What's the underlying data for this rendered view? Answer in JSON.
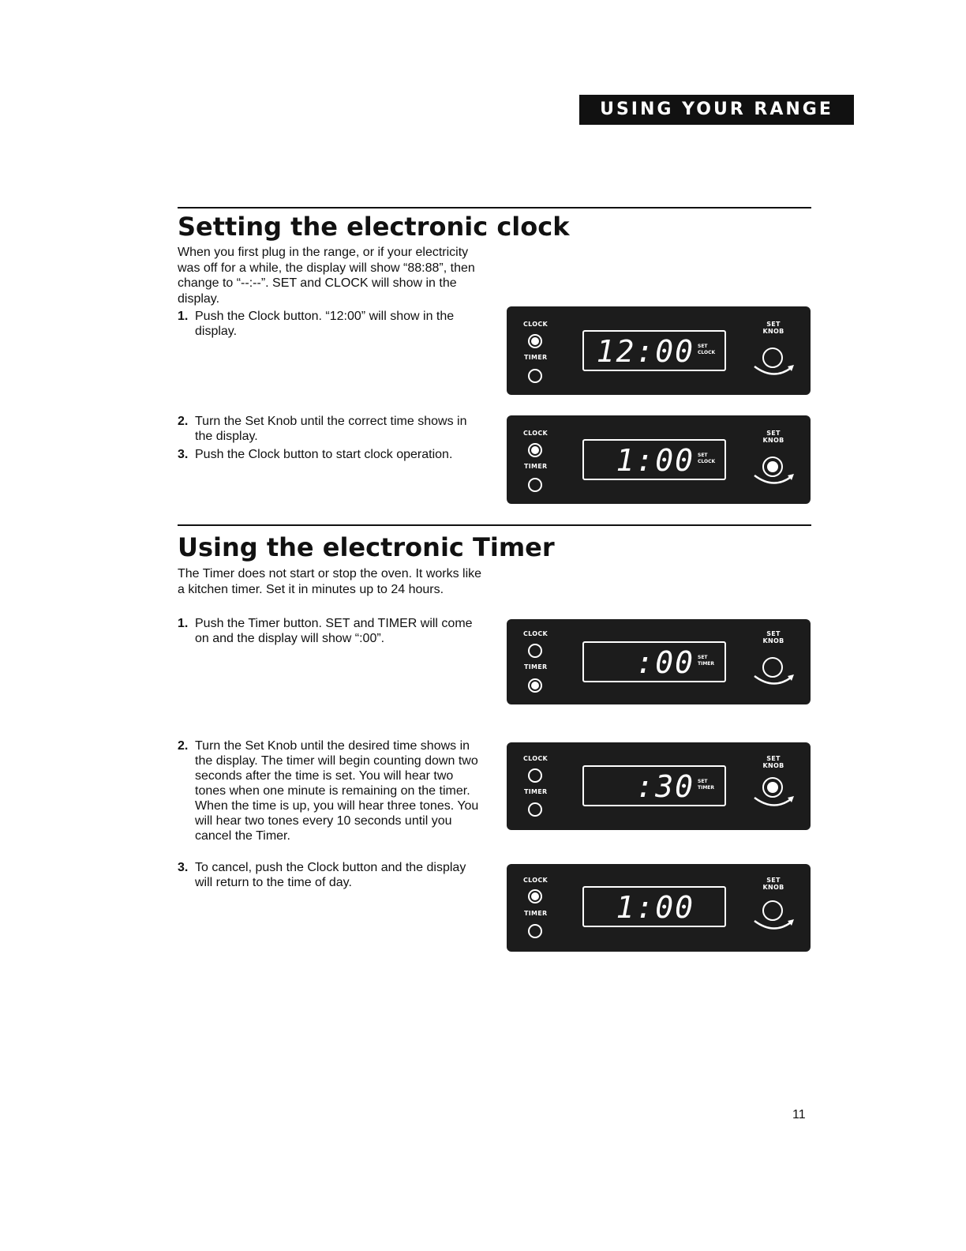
{
  "header": {
    "tab_label": "USING YOUR RANGE"
  },
  "clock_section": {
    "title": "Setting the electronic clock",
    "intro": "When you first plug in the range, or if your electricity was off for a while, the display will show “88:88”, then change to “--:--”. SET and CLOCK will show in the display.",
    "steps": [
      {
        "num": "1.",
        "text": "Push the Clock button. “12:00” will show in the display."
      },
      {
        "num": "2.",
        "text": "Turn the Set Knob until the correct time shows in the display."
      },
      {
        "num": "3.",
        "text": "Push the Clock button to start clock operation."
      }
    ]
  },
  "timer_section": {
    "title": "Using the electronic Timer",
    "intro": "The Timer does not start or stop the oven. It works like a kitchen timer. Set it in minutes up to 24 hours.",
    "steps": [
      {
        "num": "1.",
        "text": "Push the Timer button. SET and TIMER will come on and the display will show “:00”."
      },
      {
        "num": "2.",
        "text": "Turn the Set Knob until the desired time shows in the display. The timer will begin counting down two seconds after the time is set. You will hear two tones when one minute is remaining on the timer. When the time is up, you will hear three tones. You will hear two tones every 10 seconds until you cancel the Timer."
      },
      {
        "num": "3.",
        "text": "To cancel, push the Clock button and the display will return to the time of day."
      }
    ]
  },
  "panel_labels": {
    "clock": "CLOCK",
    "timer": "TIMER",
    "set": "SET",
    "knob": "KNOB"
  },
  "panels": [
    {
      "display": "12:00",
      "ind_top": "SET",
      "ind_bottom": "CLOCK",
      "clock_lit": true,
      "timer_lit": false,
      "knob_lit": false
    },
    {
      "display": "1:00",
      "ind_top": "SET",
      "ind_bottom": "CLOCK",
      "clock_lit": true,
      "timer_lit": false,
      "knob_lit": true
    },
    {
      "display": ":00",
      "ind_top": "SET",
      "ind_bottom": "TIMER",
      "clock_lit": false,
      "timer_lit": true,
      "knob_lit": false
    },
    {
      "display": ":30",
      "ind_top": "SET",
      "ind_bottom": "TIMER",
      "clock_lit": false,
      "timer_lit": false,
      "knob_lit": true
    },
    {
      "display": "1:00",
      "ind_top": "",
      "ind_bottom": "",
      "clock_lit": true,
      "timer_lit": false,
      "knob_lit": false
    }
  ],
  "page_number": "11"
}
